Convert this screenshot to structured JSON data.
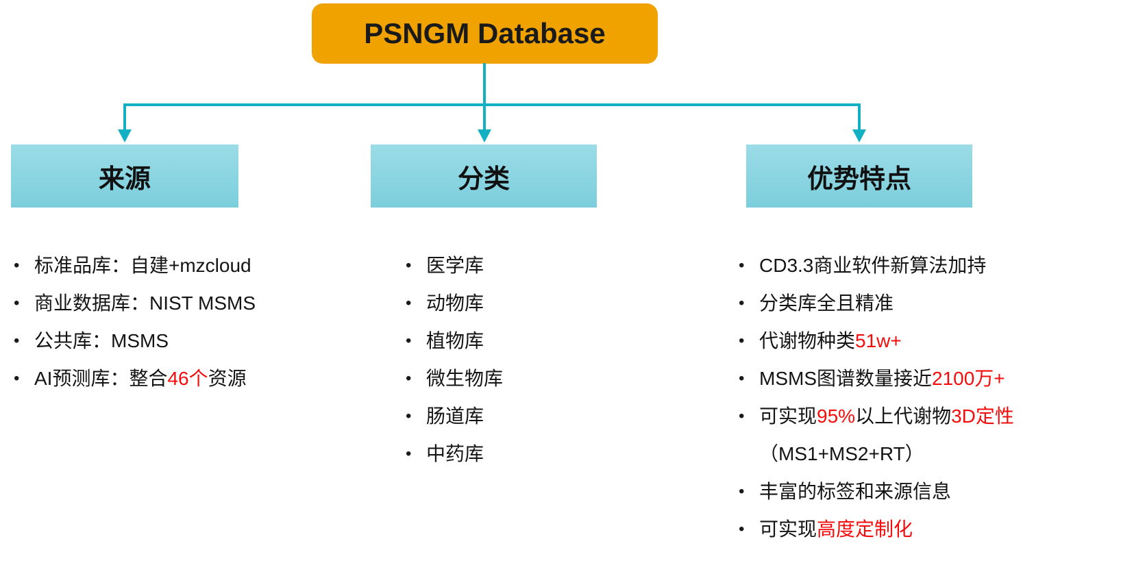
{
  "root_node": {
    "label": "PSNGM Database"
  },
  "colors": {
    "accent_orange": "#F0A300",
    "connector_teal": "#12B0C2",
    "header_gradient_top": "#9BDCE7",
    "header_gradient_bottom": "#7CCEDC",
    "highlight_red": "#F40C0C",
    "text_black": "#141414"
  },
  "columns": [
    {
      "id": "source",
      "header": "来源",
      "items": [
        {
          "bullet": true,
          "segments": [
            {
              "text": "标准品库：自建+mzcloud"
            }
          ]
        },
        {
          "bullet": true,
          "segments": [
            {
              "text": "商业数据库：NIST MSMS"
            }
          ]
        },
        {
          "bullet": true,
          "segments": [
            {
              "text": "公共库：MSMS"
            }
          ]
        },
        {
          "bullet": true,
          "segments": [
            {
              "text": "AI预测库：整合"
            },
            {
              "text": "46个",
              "red": true
            },
            {
              "text": "资源"
            }
          ]
        }
      ]
    },
    {
      "id": "category",
      "header": "分类",
      "items": [
        {
          "bullet": true,
          "segments": [
            {
              "text": "医学库"
            }
          ]
        },
        {
          "bullet": true,
          "segments": [
            {
              "text": "动物库"
            }
          ]
        },
        {
          "bullet": true,
          "segments": [
            {
              "text": "植物库"
            }
          ]
        },
        {
          "bullet": true,
          "segments": [
            {
              "text": "微生物库"
            }
          ]
        },
        {
          "bullet": true,
          "segments": [
            {
              "text": "肠道库"
            }
          ]
        },
        {
          "bullet": true,
          "segments": [
            {
              "text": "中药库"
            }
          ]
        }
      ]
    },
    {
      "id": "advantages",
      "header": "优势特点",
      "items": [
        {
          "bullet": true,
          "segments": [
            {
              "text": "CD3.3商业软件新算法加持"
            }
          ]
        },
        {
          "bullet": true,
          "segments": [
            {
              "text": "分类库全且精准"
            }
          ]
        },
        {
          "bullet": true,
          "segments": [
            {
              "text": "代谢物种类"
            },
            {
              "text": "51w+",
              "red": true
            }
          ]
        },
        {
          "bullet": true,
          "segments": [
            {
              "text": "MSMS图谱数量接近"
            },
            {
              "text": "2100万+",
              "red": true
            }
          ]
        },
        {
          "bullet": true,
          "segments": [
            {
              "text": "可实现"
            },
            {
              "text": "95%",
              "red": true
            },
            {
              "text": "以上代谢物"
            },
            {
              "text": "3D定性",
              "red": true
            }
          ]
        },
        {
          "bullet": false,
          "segments": [
            {
              "text": "（MS1+MS2+RT）"
            }
          ]
        },
        {
          "bullet": true,
          "segments": [
            {
              "text": "丰富的标签和来源信息"
            }
          ]
        },
        {
          "bullet": true,
          "segments": [
            {
              "text": "可实现"
            },
            {
              "text": "高度定制化",
              "red": true
            }
          ]
        }
      ]
    }
  ]
}
